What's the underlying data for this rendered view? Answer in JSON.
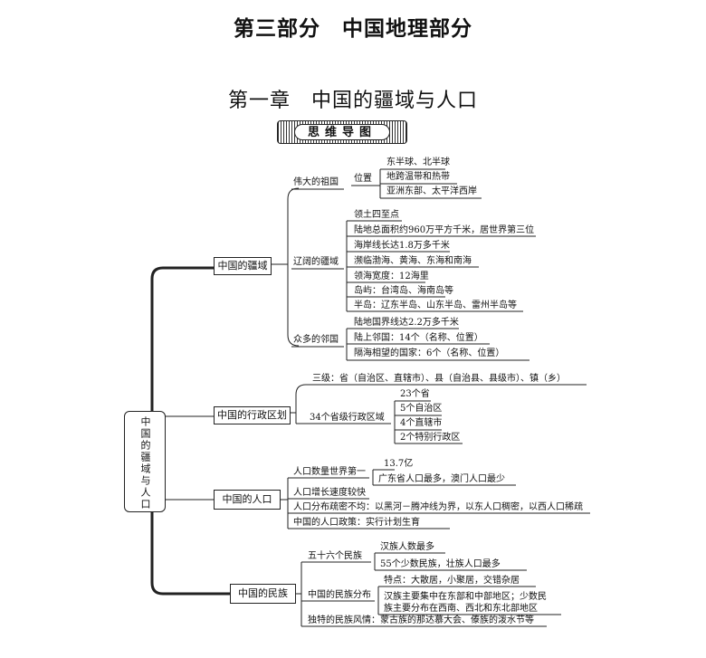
{
  "part_title": "第三部分　中国地理部分",
  "chapter_title": "第一章　中国的疆域与人口",
  "badge": "思维导图",
  "root": "中国的疆域与人口",
  "boxes": {
    "jiangyu": "中国的疆域",
    "xingzheng": "中国的行政区划",
    "renkou": "中国的人口",
    "minzu": "中国的民族"
  },
  "jiangyu": {
    "weida": "伟大的祖国",
    "weizhi": "位置",
    "weizhi_items": [
      "东半球、北半球",
      "地跨温带和热带",
      "亚洲东部、太平洋西岸"
    ],
    "liaokuo": "辽阔的疆域",
    "liaokuo_items": [
      "领土四至点",
      "陆地总面积约960万平方千米，居世界第三位",
      "海岸线长达1.8万多千米",
      "濒临渤海、黄海、东海和南海",
      "领海宽度：12海里",
      "岛屿：台湾岛、海南岛等",
      "半岛：辽东半岛、山东半岛、雷州半岛等"
    ],
    "linguo": "众多的邻国",
    "linguo_items": [
      "陆地国界线达2.2万多千米",
      "陆上邻国：14个（名称、位置）",
      "隔海相望的国家：6个（名称、位置）"
    ]
  },
  "xingzheng": {
    "sanji": "三级：省（自治区、直辖市）、县（自治县、县级市）、镇（乡）",
    "shengji": "34个省级行政区域",
    "shengji_items": [
      "23个省",
      "5个自治区",
      "4个直辖市",
      "2个特别行政区"
    ]
  },
  "renkou": {
    "shuliang": "人口数量世界第一",
    "shuliang_items": [
      "13.7亿",
      "广东省人口最多，澳门人口最少"
    ],
    "zengzhang": "人口增长速度较快",
    "fenbu": "人口分布疏密不均：以黑河－腾冲线为界，以东人口稠密，以西人口稀疏",
    "zhengce": "中国的人口政策：实行计划生育"
  },
  "minzu": {
    "wushiliu": "五十六个民族",
    "wushiliu_items": [
      "汉族人数最多",
      "55个少数民族，壮族人口最多"
    ],
    "fenbu": "中国的民族分布",
    "fenbu_items": [
      "特点：大散居，小聚居，交错杂居",
      "汉族主要集中在东部和中部地区；少数民",
      "族主要分布在西南、西北和东北部地区"
    ],
    "fengqing": "独特的民族风情：蒙古族的那达慕大会、傣族的泼水节等"
  }
}
